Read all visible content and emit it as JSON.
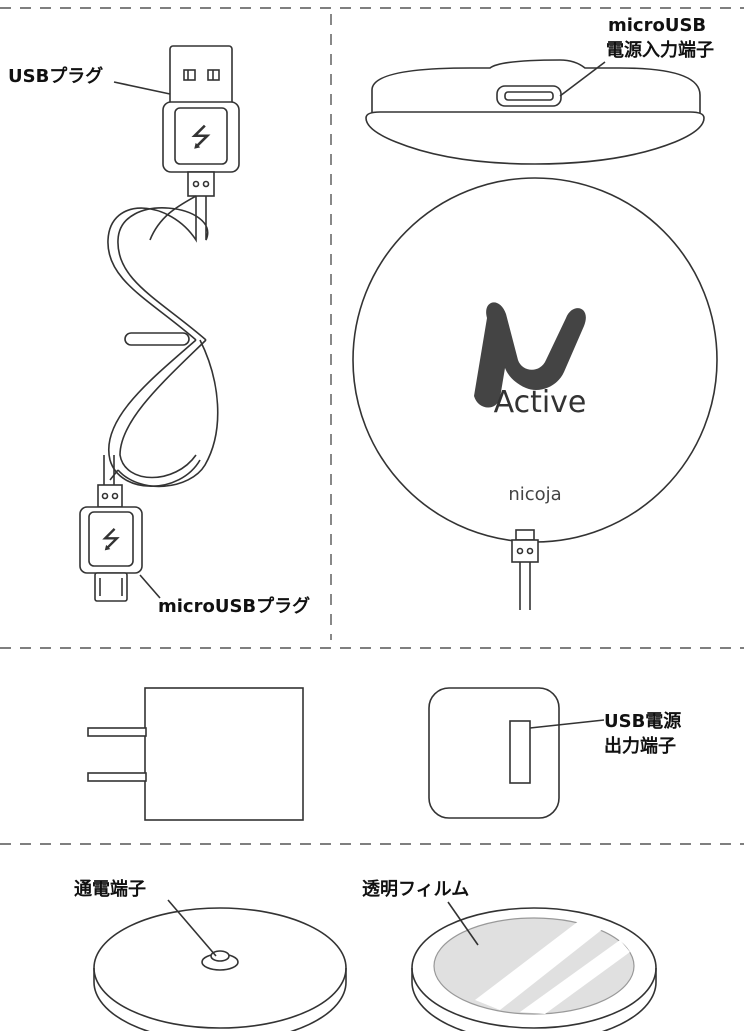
{
  "labels": {
    "usb_plug": "USBプラグ",
    "micro_usb_plug": "microUSBプラグ",
    "micro_usb_port_line1": "microUSB",
    "micro_usb_port_line2": "電源入力端子",
    "usb_power_port_line1": "USB電源",
    "usb_power_port_line2": "出力端子",
    "contact_terminal": "通電端子",
    "transparent_film": "透明フィルム"
  },
  "device_logo": {
    "mu": "μ",
    "product": "Active",
    "brand": "nicoja"
  }
}
